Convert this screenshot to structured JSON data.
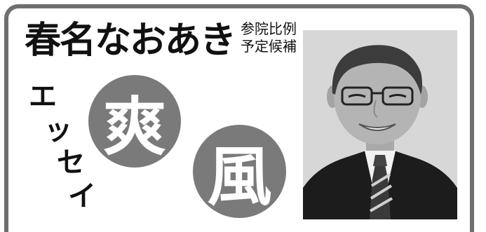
{
  "header": {
    "name": "春名なおあき",
    "candidate_line1": "参院比例",
    "candidate_line2": "予定候補"
  },
  "essay": {
    "label_chars": [
      "エ",
      "ッ",
      "セ",
      "イ"
    ]
  },
  "title_chars": [
    "爽",
    "風"
  ],
  "colors": {
    "frame": "#6f6f6f",
    "disc": "#7a7a7a",
    "photo_background": "#d7d7d7"
  },
  "icons": {
    "portrait": "portrait-photo"
  }
}
